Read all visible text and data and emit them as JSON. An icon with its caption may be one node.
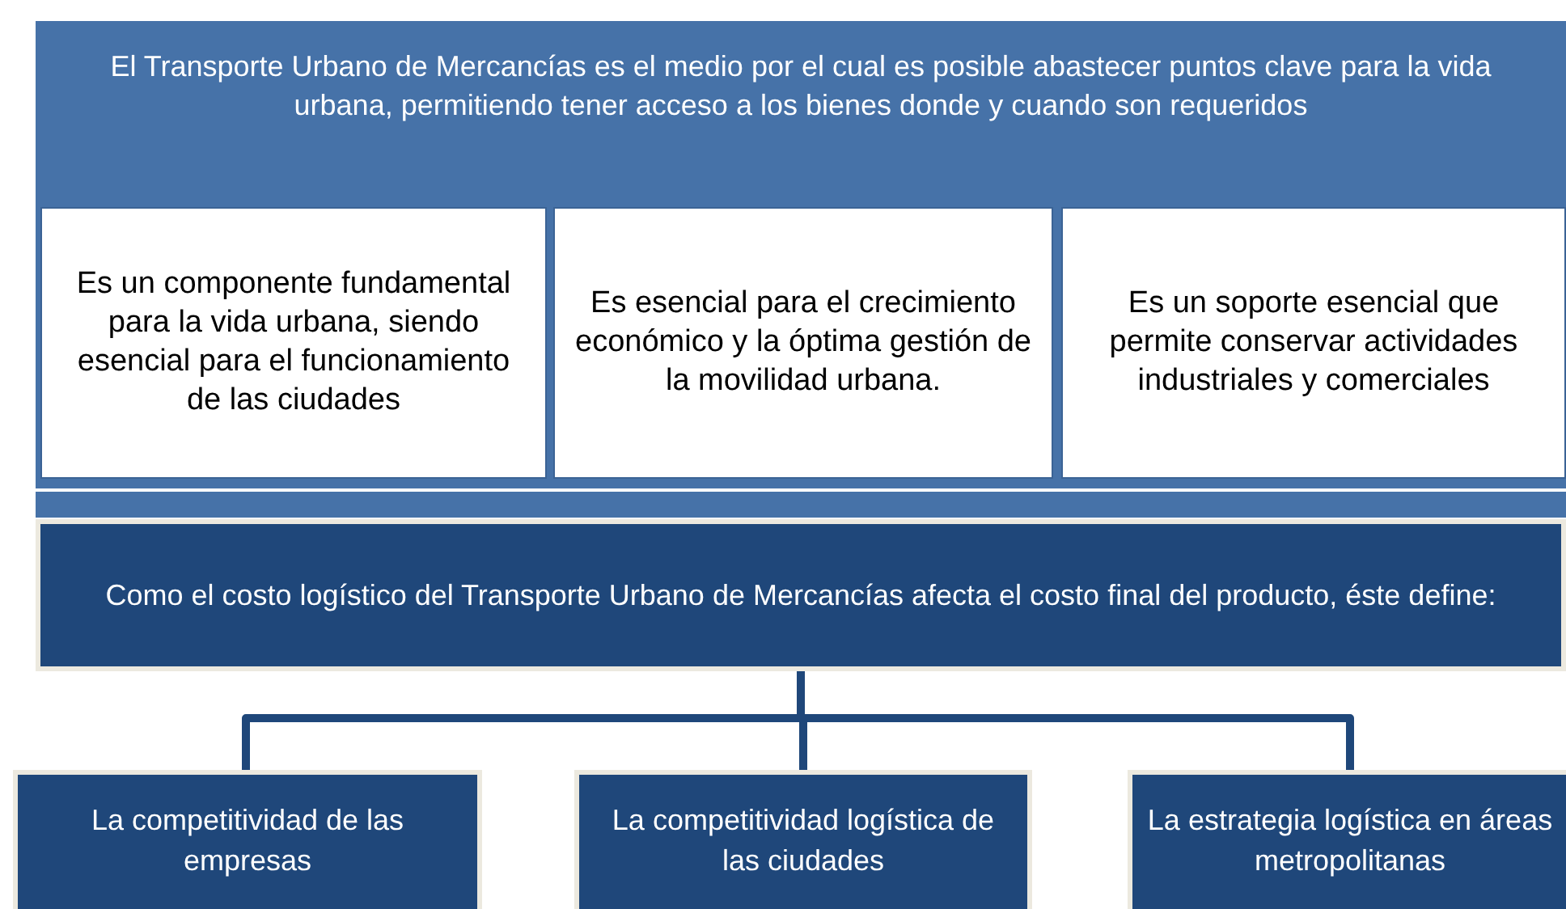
{
  "diagram": {
    "nodes": [
      {
        "text": [
          "El Transporte Urbano de Mercancías es el medio por el cual es posible abastecer puntos clave para la vida urbana, permitiendo tener acceso a los bienes donde y cuando son requeridos"
        ]
      },
      {
        "text": [
          "Es un componente fundamental para la vida urbana, siendo esencial para el funcionamiento de las ciudades"
        ],
        "in": 0
      },
      {
        "text": [
          "Es esencial para el crecimiento económico y la óptima gestión de la movilidad urbana."
        ],
        "in": 0
      },
      {
        "text": [
          "Es un soporte esencial que permite conservar actividades industriales y comerciales"
        ],
        "in": 0
      },
      {
        "text": [],
        "shape": "bar"
      },
      {
        "text": [
          "Como el costo logístico del Transporte Urbano de Mercancías afecta el costo final del producto, éste define:"
        ]
      },
      {
        "text": [
          "La competitividad de las empresas"
        ]
      },
      {
        "text": [
          "La competitividad logística de las ciudades"
        ]
      },
      {
        "text": [
          "La estrategia logística en áreas metropolitanas"
        ]
      }
    ],
    "edges": [
      {
        "from": 5,
        "to": 6,
        "arrow": "none"
      },
      {
        "from": 5,
        "to": 7,
        "arrow": "none"
      },
      {
        "from": 5,
        "to": 8,
        "arrow": "none"
      }
    ]
  }
}
